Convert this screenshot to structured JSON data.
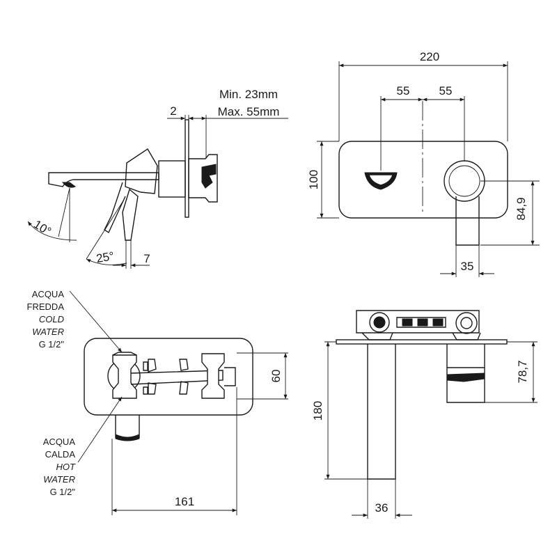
{
  "front_view": {
    "width": "220",
    "half_left": "55",
    "half_right": "55",
    "height": "100",
    "spout_offset": "84,9",
    "spout_width": "35"
  },
  "side_view": {
    "plate": "2",
    "depth_min": "Min. 23mm",
    "depth_max": "Max. 55mm",
    "angle_spout": "10°",
    "angle_lever": "25°",
    "lever_offset": "7"
  },
  "top_view": {
    "height": "60",
    "length": "161",
    "cold_label": [
      "ACQUA",
      "FREDDA",
      "COLD",
      "WATER",
      "G 1/2\""
    ],
    "hot_label": [
      "ACQUA",
      "CALDA",
      "HOT",
      "WATER",
      "G 1/2\""
    ]
  },
  "bottom_view": {
    "length": "180",
    "depth": "78,7",
    "width": "36"
  }
}
